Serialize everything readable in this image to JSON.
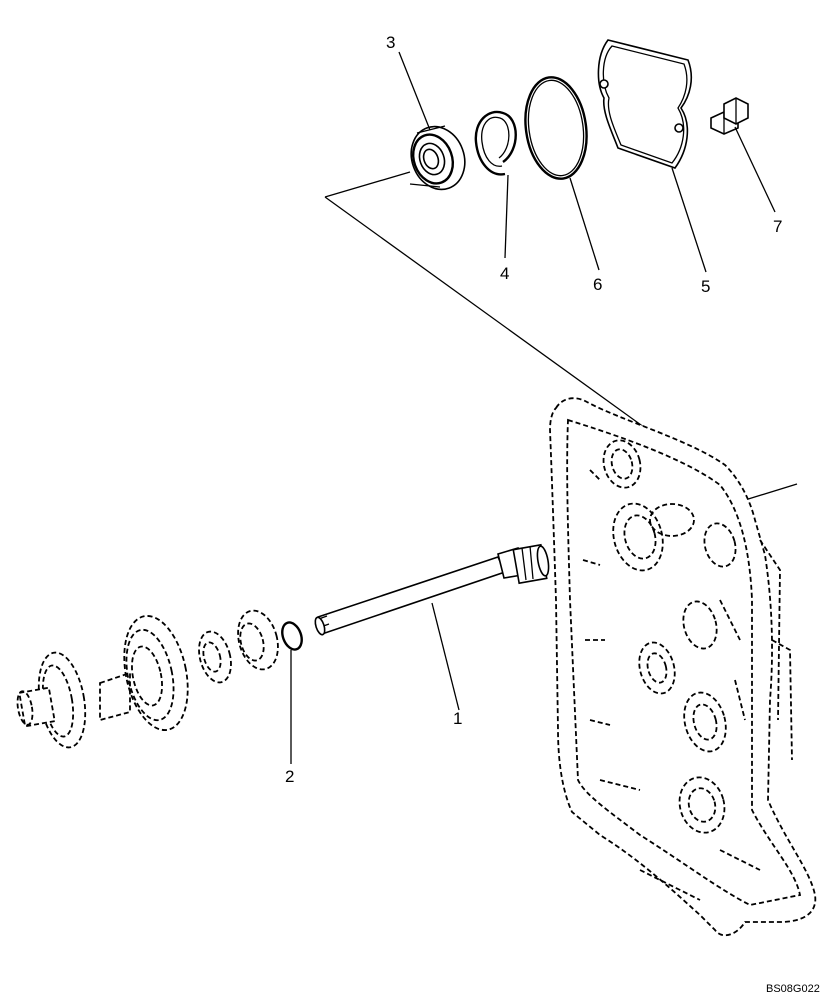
{
  "callouts": {
    "c1": "1",
    "c2": "2",
    "c3": "3",
    "c4": "4",
    "c5": "5",
    "c6": "6",
    "c7": "7"
  },
  "reference": "BS08G022"
}
